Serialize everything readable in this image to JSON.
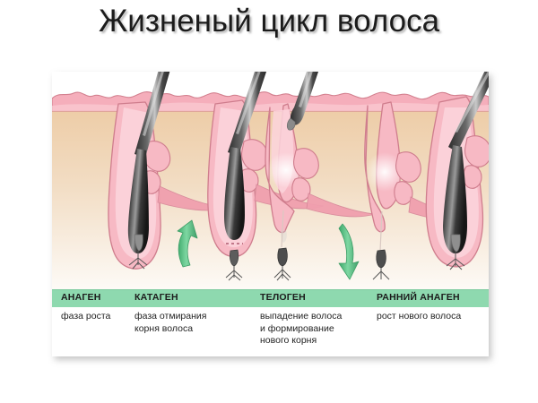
{
  "title": "Жизненый цикл волоса",
  "diagram": {
    "alt_name": "hair-growth-cycle-cross-section",
    "stages": [
      {
        "id": "anagen",
        "label": "АНАГЕН",
        "description": "фаза роста"
      },
      {
        "id": "catagen",
        "label": "КАТАГЕН",
        "description": "фаза отмирания\nкорня волоса"
      },
      {
        "id": "telogen",
        "label": "ТЕЛОГЕН",
        "description": "выпадение волоса\nи формирование\nнового корня"
      },
      {
        "id": "early-anagen",
        "label": "РАННИЙ АНАГЕН",
        "description": "рост нового волоса"
      }
    ],
    "arrows": [
      {
        "id": "arrow-up",
        "direction": "up"
      },
      {
        "id": "arrow-down",
        "direction": "down"
      }
    ]
  },
  "colors": {
    "band_green": "#8ed9af",
    "arrow_green": "#4cba7a",
    "skin_pink": "#f3a9b4",
    "dermis_tan": "#f0d4b4",
    "hair_dark": "#3a3a3a",
    "title_text": "#1b1b1b",
    "card_background": "#ffffff",
    "page_background": "#ffffff"
  }
}
